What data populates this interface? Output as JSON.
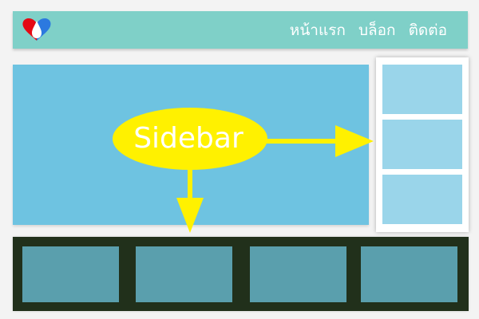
{
  "header": {
    "nav": [
      {
        "label": "หน้าแรก"
      },
      {
        "label": "บล็อก"
      },
      {
        "label": "ติดต่อ"
      }
    ]
  },
  "diagram": {
    "callout": {
      "label": "Sidebar"
    }
  },
  "colors": {
    "header": "#7fd0c8",
    "main": "#6ec3e1",
    "sidebar_box": "#9ad5ea",
    "footer": "#21301b",
    "footer_box": "#5a9fad",
    "callout": "#fff100",
    "logo_red": "#e50914",
    "logo_blue": "#2c79df"
  },
  "icons": {
    "logo": "heart-logo-icon"
  }
}
